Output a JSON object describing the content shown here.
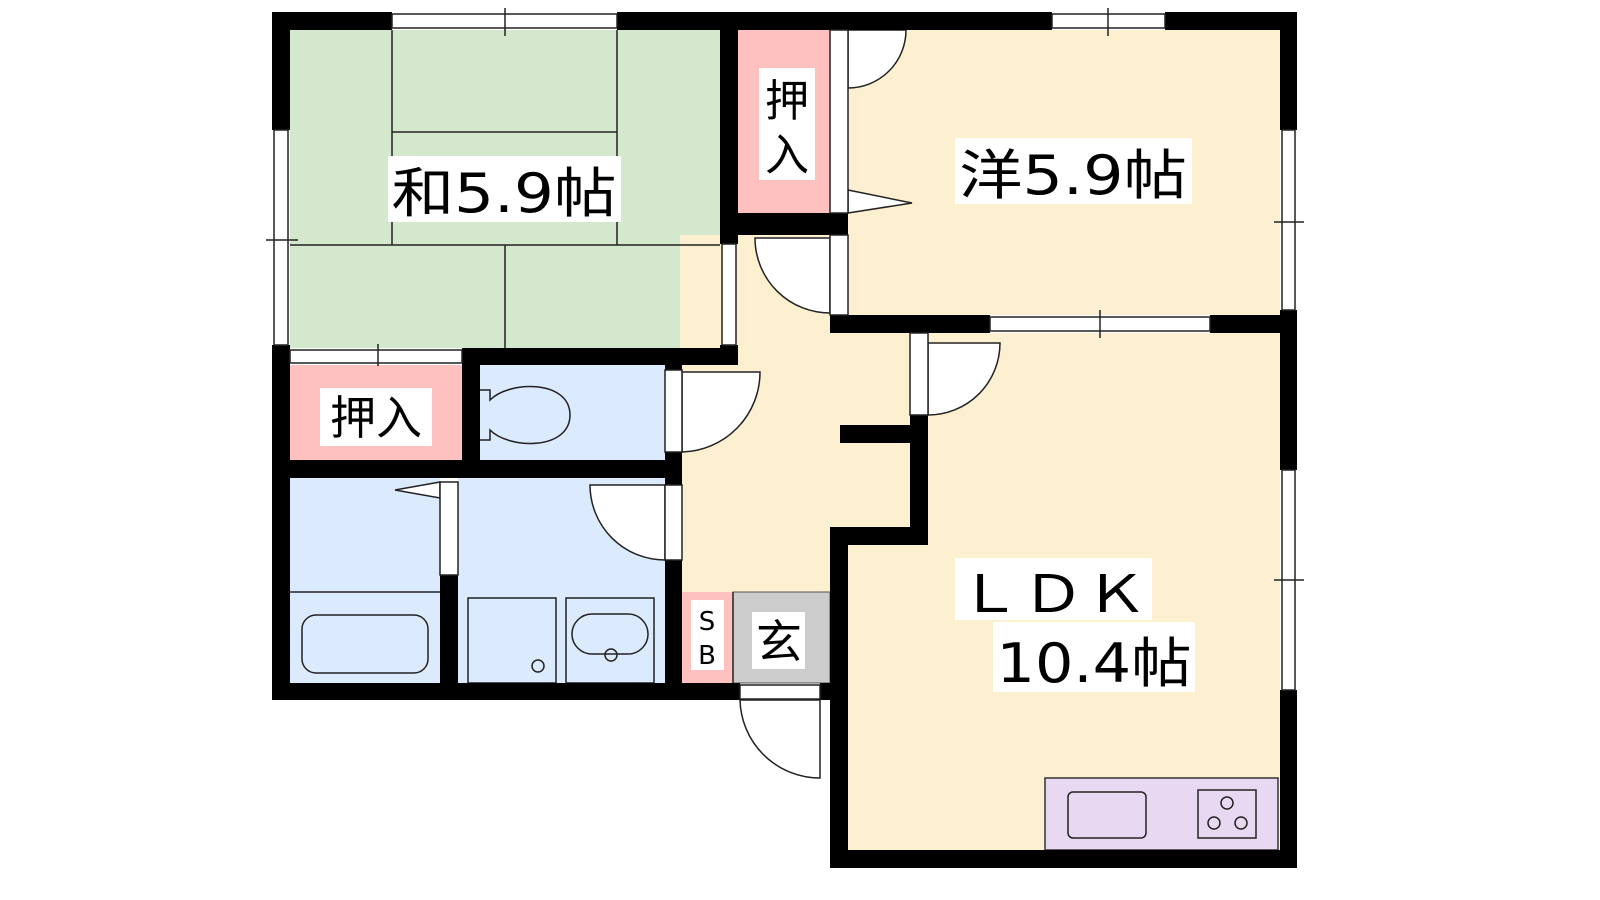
{
  "floorplan": {
    "rooms": {
      "washitsu": {
        "label": "和5.9帖"
      },
      "oshiire_top": {
        "label_1": "押",
        "label_2": "入"
      },
      "youshitsu": {
        "label": "洋5.9帖"
      },
      "oshiire_bottom": {
        "label": "押入"
      },
      "shoebox": {
        "label_1": "S",
        "label_2": "B"
      },
      "genkan": {
        "label": "玄"
      },
      "ldk": {
        "label": "ＬＤＫ",
        "size": "10.4帖"
      }
    },
    "colors": {
      "tatami": "#d3e8cc",
      "closet": "#ffc0c0",
      "floor": "#fdf0d0",
      "wet": "#dbeafc",
      "entry": "#cccccc",
      "kitchen": "#e8d8f2",
      "wall": "#000000"
    }
  }
}
